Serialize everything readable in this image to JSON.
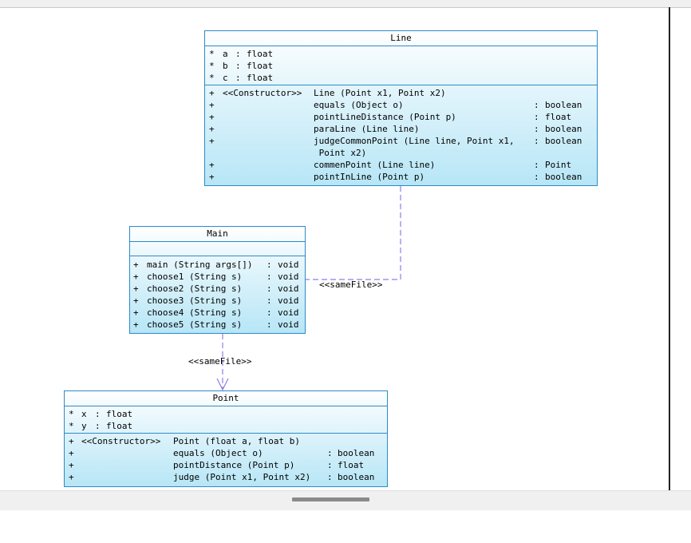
{
  "diagram": {
    "classes": {
      "line": {
        "name": "Line",
        "attributes": [
          {
            "vis": "*",
            "name": "a",
            "type": "float"
          },
          {
            "vis": "*",
            "name": "b",
            "type": "float"
          },
          {
            "vis": "*",
            "name": "c",
            "type": "float"
          }
        ],
        "operations": [
          {
            "vis": "+",
            "stereo": "<<Constructor>>",
            "sig": "Line (Point x1, Point x2)",
            "ret": ""
          },
          {
            "vis": "+",
            "stereo": "",
            "sig": "equals (Object o)",
            "ret": "boolean"
          },
          {
            "vis": "+",
            "stereo": "",
            "sig": "pointLineDistance (Point p)",
            "ret": "float"
          },
          {
            "vis": "+",
            "stereo": "",
            "sig": "paraLine (Line line)",
            "ret": "boolean"
          },
          {
            "vis": "+",
            "stereo": "",
            "sig": "judgeCommonPoint (Line line, Point x1,\n Point x2)",
            "ret": "boolean"
          },
          {
            "vis": "+",
            "stereo": "",
            "sig": "commenPoint (Line line)",
            "ret": "Point"
          },
          {
            "vis": "+",
            "stereo": "",
            "sig": "pointInLine (Point p)",
            "ret": "boolean"
          }
        ]
      },
      "main": {
        "name": "Main",
        "attributes": [],
        "operations": [
          {
            "vis": "+",
            "sig": "main (String args[])",
            "ret": "void"
          },
          {
            "vis": "+",
            "sig": "choose1 (String s)",
            "ret": "void"
          },
          {
            "vis": "+",
            "sig": "choose2 (String s)",
            "ret": "void"
          },
          {
            "vis": "+",
            "sig": "choose3 (String s)",
            "ret": "void"
          },
          {
            "vis": "+",
            "sig": "choose4 (String s)",
            "ret": "void"
          },
          {
            "vis": "+",
            "sig": "choose5 (String s)",
            "ret": "void"
          }
        ]
      },
      "point": {
        "name": "Point",
        "attributes": [
          {
            "vis": "*",
            "name": "x",
            "type": "float"
          },
          {
            "vis": "*",
            "name": "y",
            "type": "float"
          }
        ],
        "operations": [
          {
            "vis": "+",
            "stereo": "<<Constructor>>",
            "sig": "Point (float a, float b)",
            "ret": ""
          },
          {
            "vis": "+",
            "stereo": "",
            "sig": "equals (Object o)",
            "ret": "boolean"
          },
          {
            "vis": "+",
            "stereo": "",
            "sig": "pointDistance (Point p)",
            "ret": "float"
          },
          {
            "vis": "+",
            "stereo": "",
            "sig": "judge (Point x1, Point x2)",
            "ret": "boolean"
          }
        ]
      }
    },
    "dependencies": [
      {
        "from": "Main",
        "to": "Line",
        "label": "<<sameFile>>"
      },
      {
        "from": "Main",
        "to": "Point",
        "label": "<<sameFile>>"
      }
    ],
    "separator": ":",
    "colors": {
      "border": "#2e8ac6",
      "fill": "#c9ecf8",
      "connector": "#8b80e8"
    }
  }
}
